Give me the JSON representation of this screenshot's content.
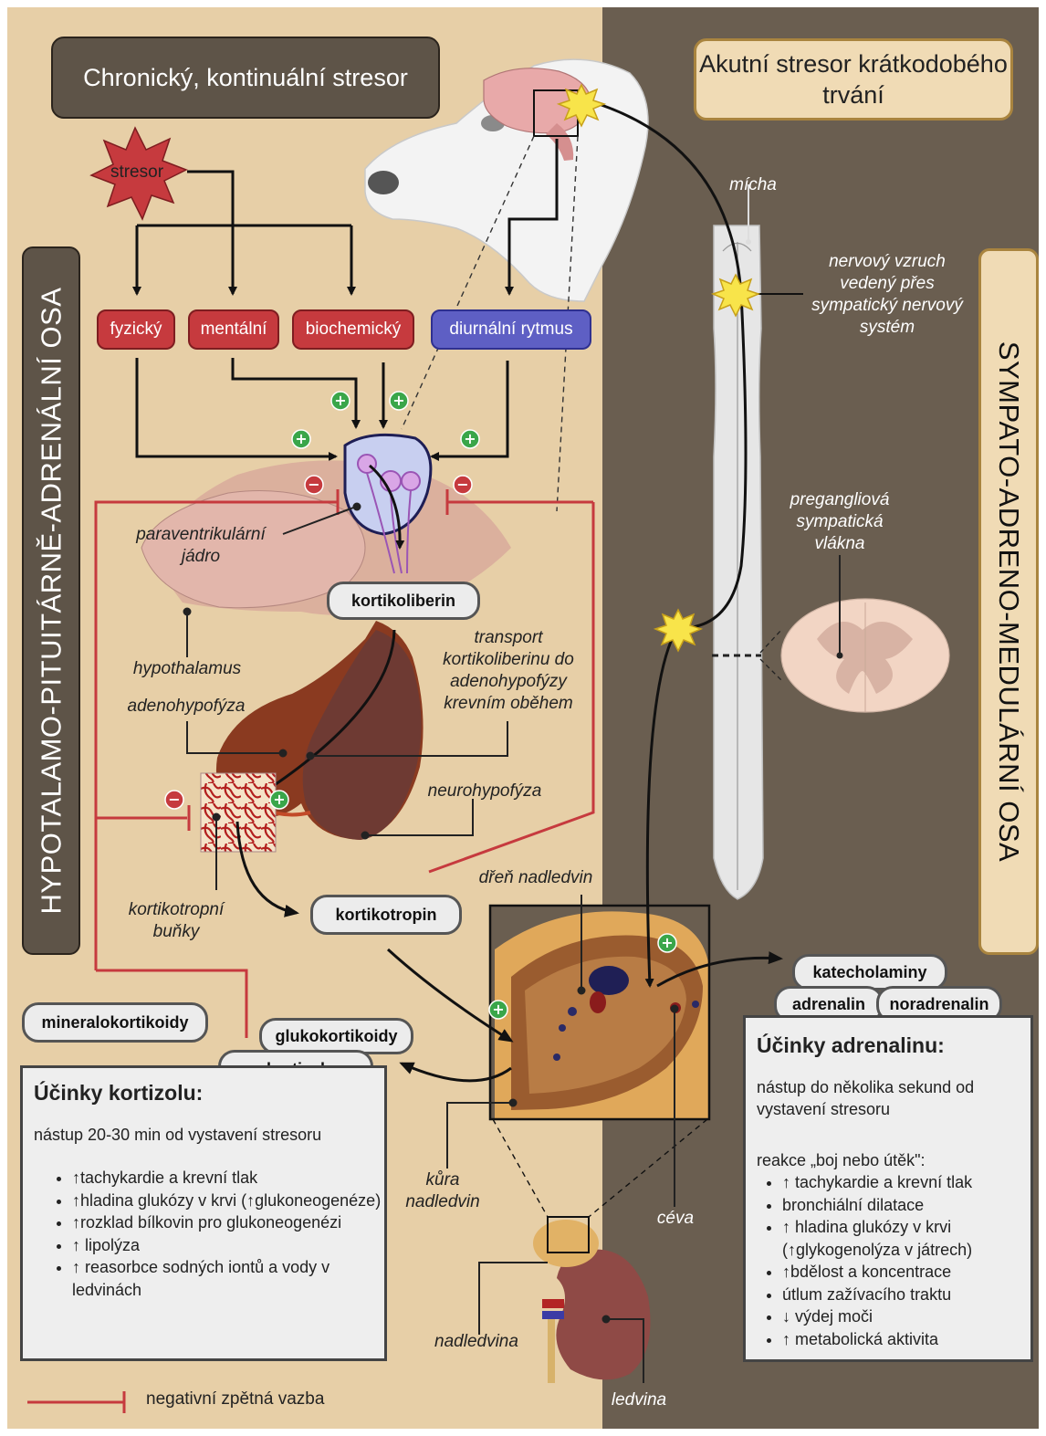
{
  "headers": {
    "chronic": "Chronický, kontinuální stresor",
    "acute": "Akutní stresor krátkodobého trvání"
  },
  "axes": {
    "left": "HYPOTALAMO-PITUITÁRNĚ-ADRENÁLNÍ OSA",
    "right": "SYMPATO-ADRENO-MEDULÁRNÍ OSA"
  },
  "stressor_label": "stresor",
  "stressor_types": {
    "physical": "fyzický",
    "mental": "mentální",
    "biochemical": "biochemický",
    "diurnal": "diurnální rytmus"
  },
  "hormones": {
    "crh": "kortikoliberin",
    "acth": "kortikotropin",
    "mineralocorticoids": "mineralokortikoidy",
    "glucocorticoids": "glukokortikoidy",
    "cortisol": "kortizol",
    "catecholamines": "katecholaminy",
    "adrenaline": "adrenalin",
    "noradrenaline": "noradrenalin"
  },
  "labels": {
    "pvn": "paraventrikulární jádro",
    "hypothalamus": "hypothalamus",
    "adenohypophysis": "adenohypofýza",
    "crh_transport": "transport kortikoliberinu do adenohypofýzy krevním oběhem",
    "neurohypophysis": "neurohypofýza",
    "corticotrophs": "kortikotropní buňky",
    "adrenal_medulla": "dřeň nadledvin",
    "adrenal_cortex": "kůra nadledvin",
    "vessel": "céva",
    "adrenal_gland": "nadledvina",
    "kidney": "ledvina",
    "spinal_cord": "mícha",
    "nerve_impulse": "nervový vzruch vedený přes sympatický nervový systém",
    "preganglionic": "pregangliová sympatická vlákna"
  },
  "signs": {
    "plus": "+",
    "minus": "−"
  },
  "cortisol_box": {
    "title": "Účinky kortizolu:",
    "onset": "nástup 20-30 min od vystavení stresoru",
    "items": [
      "↑tachykardie a krevní tlak",
      "↑hladina glukózy v krvi (↑glukoneogenéze)",
      "↑rozklad bílkovin pro glukoneogenézi",
      "↑ lipolýza",
      "↑ reasorbce sodných iontů a vody v ledvinách"
    ]
  },
  "adrenaline_box": {
    "title": "Účinky adrenalinu:",
    "onset": "nástup do několika sekund od vystavení stresoru",
    "reaction": "reakce „boj nebo útěk\":",
    "items": [
      "↑ tachykardie a krevní tlak",
      "bronchiální dilatace",
      "↑ hladina glukózy v krvi (↑glykogenolýza v játrech)",
      "↑bdělost a koncentrace",
      "útlum zažívacího traktu",
      "↓ výdej moči",
      "↑ metabolická aktivita"
    ]
  },
  "legend": {
    "negative_feedback": "negativní zpětná vazba"
  },
  "colors": {
    "left_bg": "#e7cfa7",
    "right_bg": "#6a5e50",
    "stress_red": "#c63a3e",
    "diurnal_blue": "#5e5fc4",
    "feedback_red": "#c63a3e",
    "plus_green": "#3aa64a"
  }
}
